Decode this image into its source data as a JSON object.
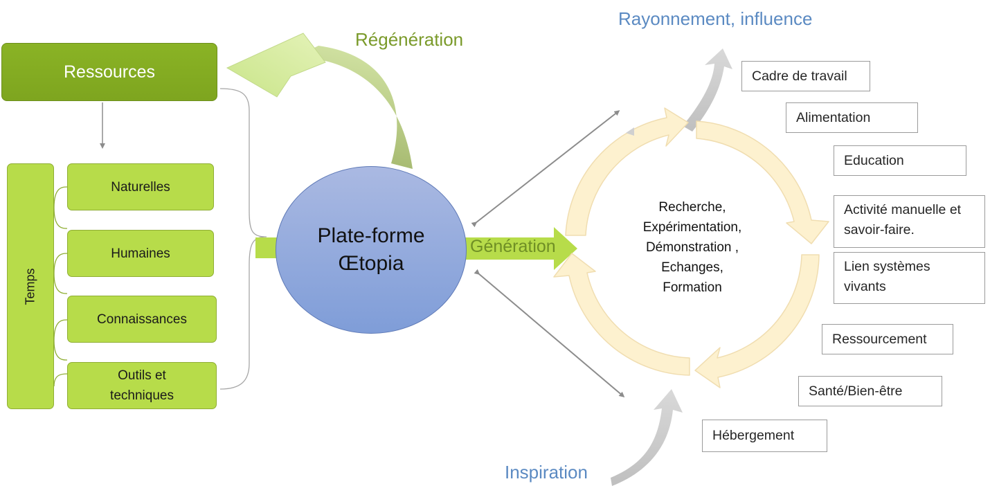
{
  "labels": {
    "regeneration": "Régénération",
    "rayonnement": "Rayonnement, influence",
    "generation": "Génération",
    "inspiration": "Inspiration"
  },
  "ressources": {
    "title": "Ressources",
    "temps": "Temps",
    "items": [
      "Naturelles",
      "Humaines",
      "Connaissances",
      "Outils et techniques"
    ]
  },
  "platform": {
    "line1": "Plate-forme",
    "line2": "Œtopia"
  },
  "cycle": {
    "lines": [
      "Recherche,",
      "Expérimentation,",
      "Démonstration ,",
      "Echanges,",
      "Formation"
    ]
  },
  "outputs": [
    "Cadre de travail",
    "Alimentation",
    "Education",
    "Activité manuelle et savoir-faire.",
    "Lien systèmes vivants",
    "Ressourcement",
    "Santé/Bien-être",
    "Hébergement"
  ],
  "colors": {
    "dark_green": "#7ea51f",
    "light_green": "#b7dc4a",
    "platform_blue": "#8fa7dc",
    "olive_text": "#7a9a2a",
    "blue_text": "#5b8ac2",
    "cycle_fill": "#fdf1cf",
    "cycle_stroke": "#f0ddb0"
  }
}
